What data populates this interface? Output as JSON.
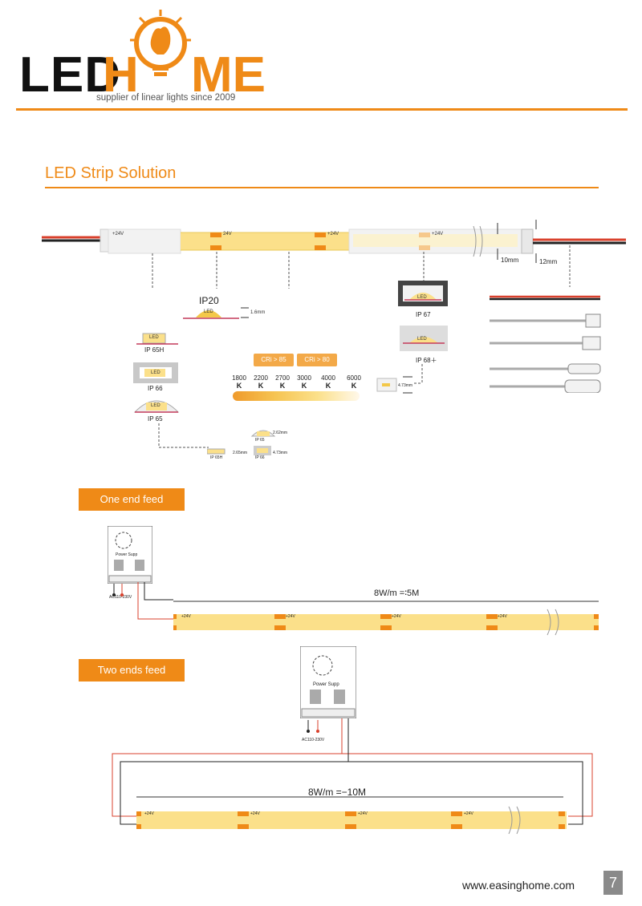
{
  "logo": {
    "text_led": "LED",
    "text_h": "H",
    "text_me": "ME",
    "tagline": "supplier of linear lights since 2009",
    "icon": "bulb-hand-icon"
  },
  "section_title": "LED Strip Solution",
  "strip_top": {
    "voltage_label_1": "+24V",
    "voltage_label_2": "24V",
    "voltage_label_3": "+24V",
    "voltage_label_4": "+24V",
    "minus": "-",
    "dim_10": "10mm",
    "dim_12": "12mm"
  },
  "ip_ratings": {
    "ip20": "IP20",
    "ip20_dim": "1.6mm",
    "ip65h": "IP 65H",
    "ip66": "IP 66",
    "ip65": "IP 65",
    "ip67": "IP 67",
    "ip68": "IP 68＋",
    "ip68_dim": "4.73mm",
    "led_label": "LED"
  },
  "small_profiles": {
    "ip65": "IP 65",
    "ip65_dim": "2.62mm",
    "ip65h": "IP 65H",
    "ip65h_dim": "2.65mm",
    "ip66": "IP 66",
    "ip66_dim": "4.73mm"
  },
  "cri": {
    "cri85": "CRi > 85",
    "cri80": "CRi > 80",
    "temps": [
      "1800",
      "2200",
      "2700",
      "3000",
      "4000",
      "6000"
    ],
    "unit": "K"
  },
  "one_end": {
    "title": "One end feed",
    "power_label": "Power Supp",
    "ac_label": "AC110-230V",
    "length_label": "8W/m =∶5M",
    "voltage": "+24V"
  },
  "two_ends": {
    "title": "Two ends feed",
    "power_label": "Power Supp",
    "ac_label": "AC110-230V",
    "length_label": "8W/m =−10M",
    "voltage": "+24V"
  },
  "footer": {
    "url": "www.easinghome.com",
    "page": "7"
  },
  "colors": {
    "accent": "#ef8a17",
    "strip_yellow": "#fbe08a",
    "wire_red": "#d9402c"
  }
}
